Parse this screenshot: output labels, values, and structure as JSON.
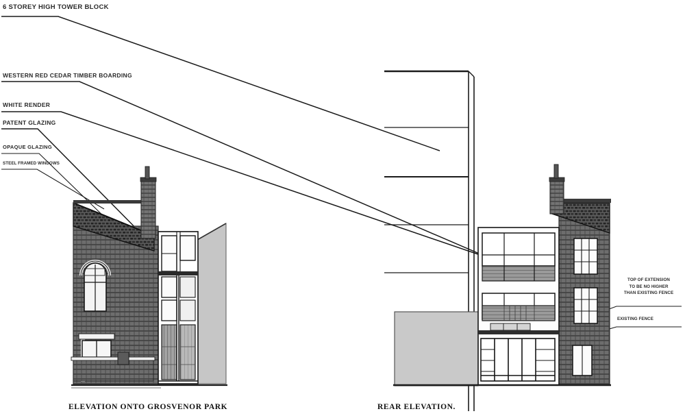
{
  "drawing": {
    "title_left": "ELEVATION ONTO GROSVENOR PARK",
    "title_right": "REAR ELEVATION.",
    "sheet_background": "#ffffff",
    "line_color": "#1a1a1a",
    "brick_color": "#6f6f6f",
    "render_color": "#d9d9d9",
    "glass_color": "#ffffff",
    "roof_color": "#4a4a4a"
  },
  "annotations_left": [
    {
      "id": "tower-block",
      "label": "6 STOREY HIGH TOWER BLOCK"
    },
    {
      "id": "cedar-boarding",
      "label": "WESTERN RED CEDAR TIMBER BOARDING"
    },
    {
      "id": "white-render",
      "label": "WHITE RENDER"
    },
    {
      "id": "patent-glazing",
      "label": "PATENT GLAZING"
    },
    {
      "id": "opaque-glazing",
      "label": "OPAQUE GLAZING"
    },
    {
      "id": "steel-windows",
      "label": "STEEL FRAMED WINDOWS"
    }
  ],
  "annotations_right": [
    {
      "id": "top-of-extension",
      "line1": "TOP OF EXTENSION",
      "line2": "TO BE NO HIGHER",
      "line3": "THAN EXISTING FENCE"
    },
    {
      "id": "existing-fence",
      "line1": "EXISTING FENCE"
    }
  ],
  "elevations": [
    {
      "id": "elevation-grosvenor-park",
      "caption": "ELEVATION ONTO GROSVENOR PARK"
    },
    {
      "id": "rear-elevation",
      "caption": "REAR ELEVATION."
    }
  ]
}
